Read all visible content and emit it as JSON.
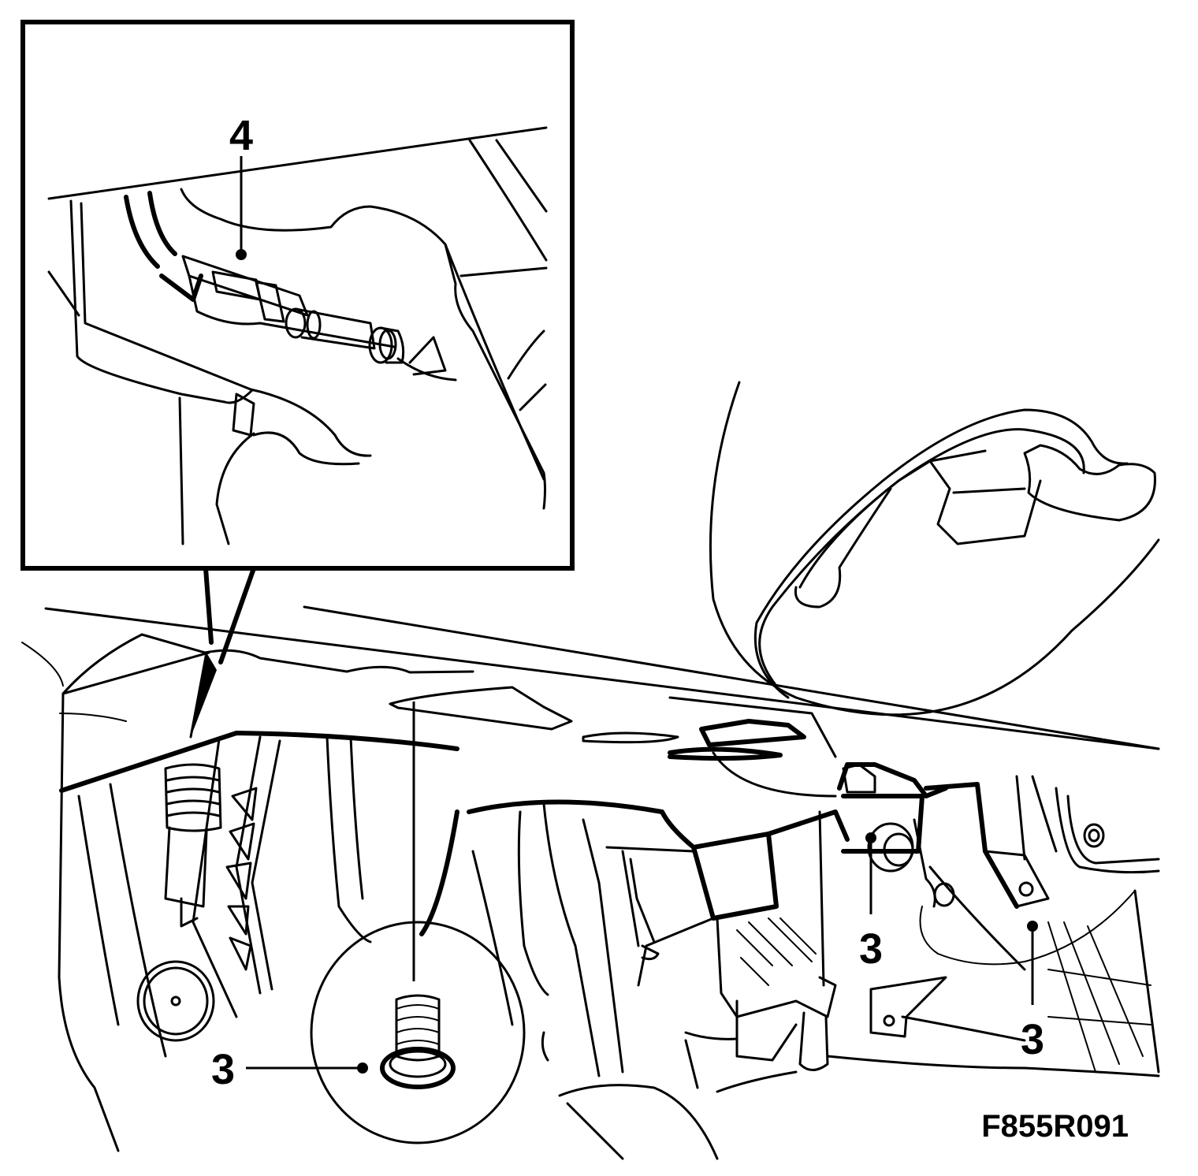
{
  "callouts": [
    {
      "id": "4",
      "text": "4"
    },
    {
      "id": "3a",
      "text": "3"
    },
    {
      "id": "3b",
      "text": "3"
    },
    {
      "id": "3c",
      "text": "3"
    }
  ],
  "figure_code": "F855R091"
}
